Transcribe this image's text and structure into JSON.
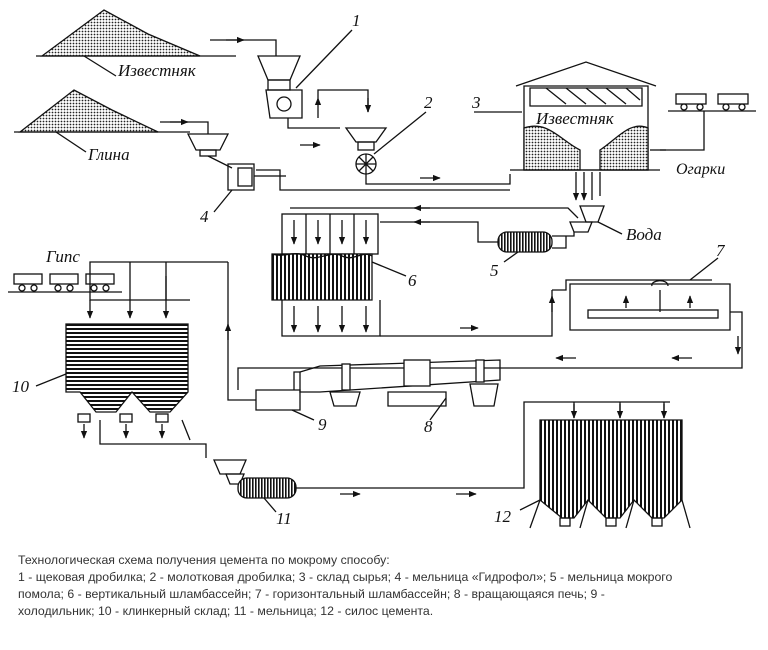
{
  "materials": {
    "limestone": "Известняк",
    "clay": "Глина",
    "gypsum": "Гипс",
    "water": "Вода",
    "cinders": "Огарки"
  },
  "numbers": [
    "1",
    "2",
    "3",
    "4",
    "5",
    "6",
    "7",
    "8",
    "9",
    "10",
    "11",
    "12"
  ],
  "caption": {
    "line1": "Технологическая схема получения цемента по мокрому способу:",
    "line2": "1 - щековая дробилка; 2 - молотковая дробилка; 3 - склад  сырья; 4 - мельница «Гидрофол»; 5 - мельница мокрого",
    "line3": "помола; 6 - вертикальный шламбассейн;        7 - горизонтальный шламбассейн; 8 - вращающаяся печь; 9 -",
    "line4": "холодильник;  10 - клинкерный склад; 11 - мельница; 12 - силос цемента."
  }
}
